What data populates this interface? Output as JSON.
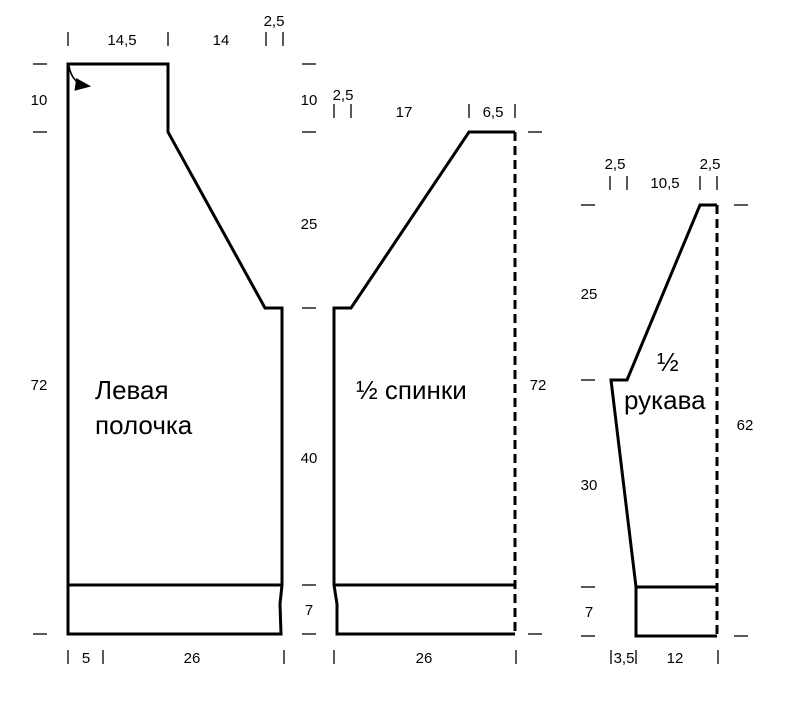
{
  "pieces": {
    "front": {
      "title_line1": "Левая",
      "title_line2": "полочка",
      "dim_top_width": "14,5",
      "dim_neck_width": "14",
      "dim_top_small": "2,5",
      "dim_shoulder_height": "10",
      "dim_shoulder_height_right": "10",
      "dim_armhole_height": "25",
      "dim_body_height": "40",
      "dim_band_height": "7",
      "dim_total_height": "72",
      "dim_bottom_band": "5",
      "dim_bottom_width": "26"
    },
    "back": {
      "title": "½ спинки",
      "dim_top_small": "2,5",
      "dim_top_mid": "17",
      "dim_top_neck": "6,5",
      "dim_total_height": "72",
      "dim_bottom_width": "26"
    },
    "sleeve": {
      "title_line1": "½",
      "title_line2": "рукава",
      "dim_top_left_small": "2,5",
      "dim_top_mid": "10,5",
      "dim_top_right_small": "2,5",
      "dim_cap_height": "25",
      "dim_body_height": "30",
      "dim_band_height": "7",
      "dim_total_height": "62",
      "dim_bottom_left": "3,5",
      "dim_bottom_width": "12"
    }
  }
}
